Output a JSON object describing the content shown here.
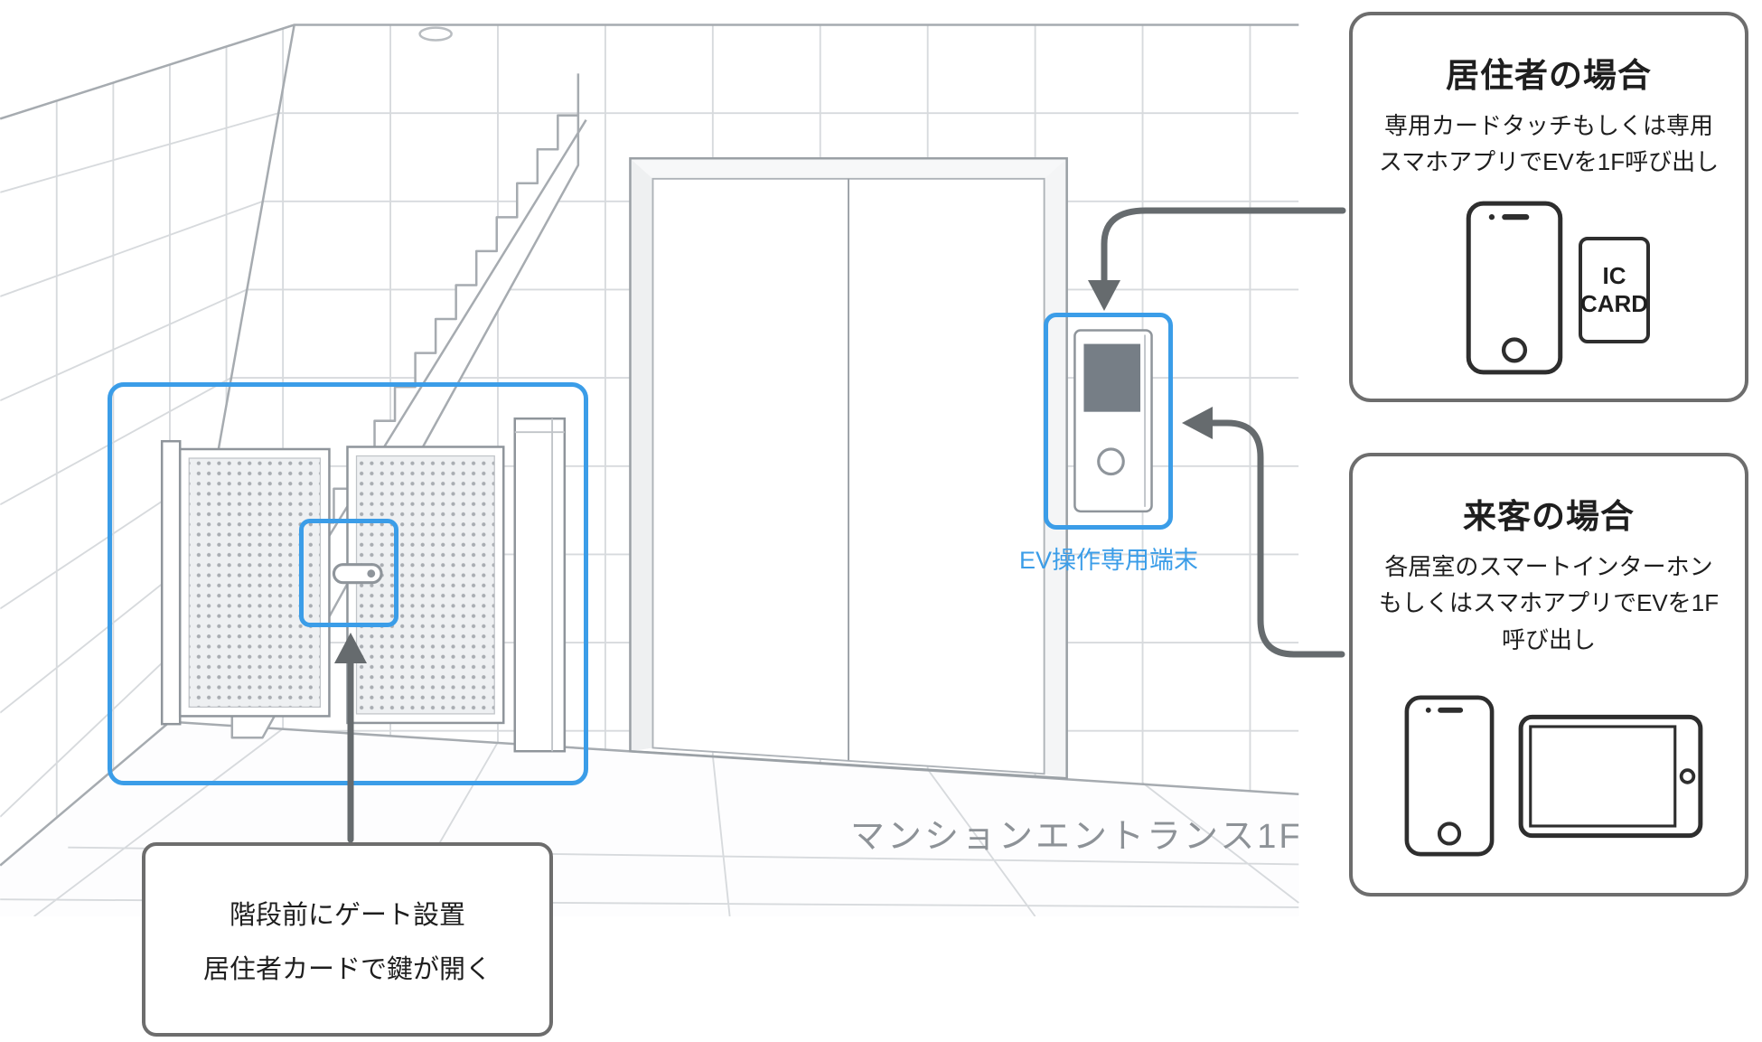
{
  "illustration": {
    "entrance_label": "マンションエントランス1F",
    "terminal_label": "EV操作専用端末"
  },
  "resident_callout": {
    "title": "居住者の場合",
    "body": [
      "専用カードタッチもしくは専用",
      "スマホアプリでEVを1F呼び出し"
    ],
    "ic_card": [
      "IC",
      "CARD"
    ],
    "icons": [
      "smartphone-icon",
      "ic-card-icon"
    ]
  },
  "visitor_callout": {
    "title": "来客の場合",
    "body": [
      "各居室のスマートインターホン",
      "もしくはスマホアプリでEVを1F",
      "呼び出し"
    ],
    "icons": [
      "smartphone-icon",
      "tablet-icon"
    ]
  },
  "gate_note": {
    "lines": [
      "階段前にゲート設置",
      "居住者カードで鍵が開く"
    ]
  },
  "colors": {
    "highlight_blue": "#3b9de8",
    "arrow_gray": "#666b6e"
  }
}
